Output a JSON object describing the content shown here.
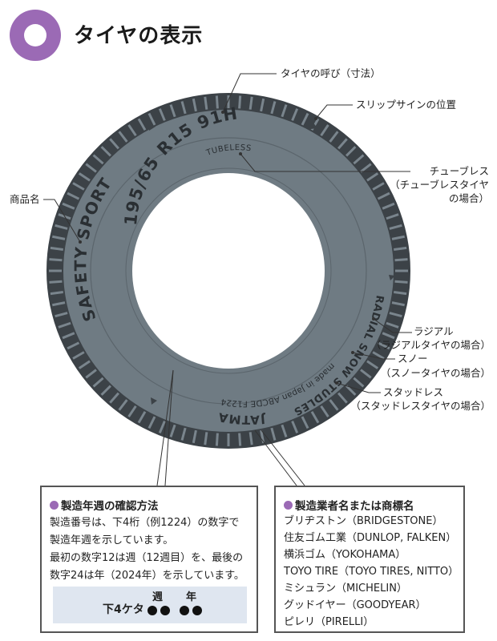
{
  "page": {
    "title": "タイヤの表示"
  },
  "tire": {
    "size_text": "195/65 R15 91H",
    "tubeless_text": "TUBELESS",
    "brand_text": "SAFETY SPORT",
    "radial_text": "RADIAL SNOW STUDLESS",
    "made_text": "made in Japan ABCDE F1224",
    "maker_text": "JATMA"
  },
  "labels": {
    "size": "タイヤの呼び（寸法）",
    "slip": "スリップサインの位置",
    "tubeless_title": "チューブレス",
    "tubeless_sub1": "（チューブレスタイヤ",
    "tubeless_sub2": "の場合）",
    "product": "商品名",
    "radial_title": "ラジアル",
    "radial_sub": "（ラジアルタイヤの場合）",
    "snow_title": "スノー",
    "snow_sub": "（スノータイヤの場合）",
    "studless_title": "スタッドレス",
    "studless_sub": "（スタッドレスタイヤの場合）"
  },
  "week_box": {
    "heading": "製造年週の確認方法",
    "lines": [
      "製造番号は、下4桁（例1224）の数字で",
      "製造年週を示しています。",
      "最初の数字12は週（12週目）を、最後の",
      "数字24は年（2024年）を示しています。"
    ],
    "digits_label": "下4ケタ",
    "week_label": "週",
    "year_label": "年"
  },
  "maker_box": {
    "heading": "製造業者名または商標名",
    "items": [
      "ブリヂストン（BRIDGESTONE）",
      "住友ゴム工業（DUNLOP, FALKEN）",
      "横浜ゴム（YOKOHAMA）",
      "TOYO TIRE（TOYO TIRES, NITTO）",
      "ミシュラン（MICHELIN）",
      "グッドイヤー（GOODYEAR）",
      "ピレリ（PIRELLI）"
    ]
  },
  "colors": {
    "accent": "#9b6ab5",
    "tire": "#6f7b83",
    "tread": "#3c4247"
  }
}
